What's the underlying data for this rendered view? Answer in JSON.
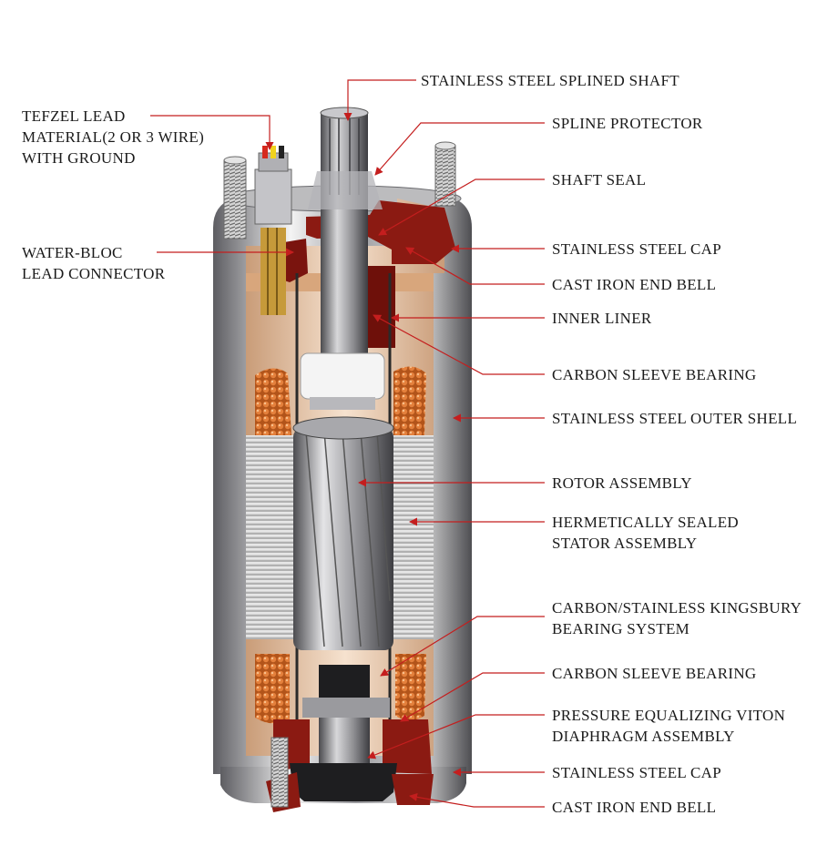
{
  "labels": {
    "splined_shaft": "STAINLESS STEEL SPLINED SHAFT",
    "tefzel_1": "TEFZEL LEAD",
    "tefzel_2": "MATERIAL(2 OR 3 WIRE)",
    "tefzel_3": "WITH GROUND",
    "spline_protector": "SPLINE PROTECTOR",
    "shaft_seal": "SHAFT SEAL",
    "water_bloc_1": "WATER-BLOC",
    "water_bloc_2": "LEAD CONNECTOR",
    "cap_top": "STAINLESS STEEL CAP",
    "end_bell_top": "CAST IRON END BELL",
    "inner_liner": "INNER LINER",
    "carbon_sleeve_top": "CARBON SLEEVE BEARING",
    "outer_shell": "STAINLESS STEEL OUTER SHELL",
    "rotor": "ROTOR ASSEMBLY",
    "stator_1": "HERMETICALLY SEALED",
    "stator_2": "STATOR ASSEMBLY",
    "kingsbury_1": "CARBON/STAINLESS KINGSBURY",
    "kingsbury_2": "BEARING SYSTEM",
    "carbon_sleeve_bottom": "CARBON SLEEVE BEARING",
    "diaphragm_1": "PRESSURE EQUALIZING VITON",
    "diaphragm_2": "DIAPHRAGM ASSEMBLY",
    "cap_bottom": "STAINLESS STEEL CAP",
    "end_bell_bottom": "CAST IRON END BELL"
  },
  "colors": {
    "leader": "#c41e1e",
    "steel_dark": "#6e6e72",
    "steel_light": "#f2f2f2",
    "end_bell": "#8b1a12",
    "copper": "#c9641f",
    "interior": "#e9c6a6"
  }
}
